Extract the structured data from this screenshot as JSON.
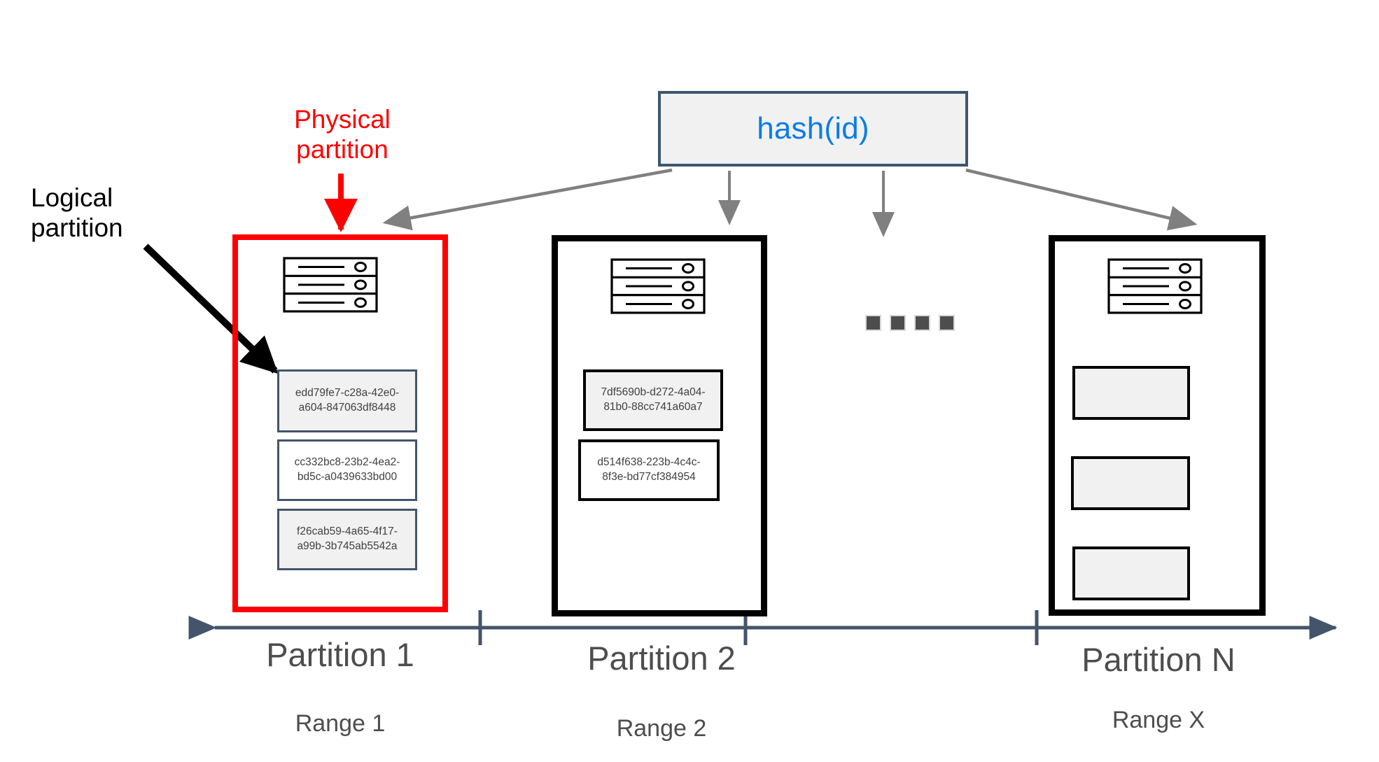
{
  "diagram": {
    "title_box": {
      "label": "hash(id)",
      "color": "#0c7ce6",
      "border_color": "#3d566e",
      "fill_color": "#f1f1f1"
    },
    "annotations": [
      {
        "name": "physical-partition",
        "text": "Physical\npartition",
        "color": "#ff0000"
      },
      {
        "name": "logical-partition",
        "text": "Logical\npartition",
        "color": "#000000"
      }
    ],
    "ellipsis": {
      "dot_count": 4,
      "color": "#4d4d4d"
    },
    "axis": {
      "color": "#44546a",
      "tick_count": 2,
      "arrow_left": true,
      "arrow_right": true
    },
    "partitions": [
      {
        "id": "partition-1",
        "name": "Partition 1",
        "range": "Range 1",
        "border_color": "#ff0000",
        "icon": "server-rack-icon",
        "records": [
          {
            "text": "edd79fe7-c28a-42e0-\na604-847063df8448",
            "fill": "gray",
            "border": "slate"
          },
          {
            "text": "cc332bc8-23b2-4ea2-\nbd5c-a0439633bd00",
            "fill": "white",
            "border": "slate"
          },
          {
            "text": "f26cab59-4a65-4f17-\na99b-3b745ab5542a",
            "fill": "gray",
            "border": "slate"
          }
        ]
      },
      {
        "id": "partition-2",
        "name": "Partition 2",
        "range": "Range 2",
        "border_color": "#000000",
        "icon": "server-rack-icon",
        "records": [
          {
            "text": "7df5690b-d272-4a04-\n81b0-88cc741a60a7",
            "fill": "gray",
            "border": "black"
          },
          {
            "text": "d514f638-223b-4c4c-\n8f3e-bd77cf384954",
            "fill": "white",
            "border": "black"
          }
        ]
      },
      {
        "id": "partition-n",
        "name": "Partition N",
        "range": "Range X",
        "border_color": "#000000",
        "icon": "server-rack-icon",
        "records": [
          {
            "text": "",
            "fill": "gray",
            "border": "black"
          },
          {
            "text": "",
            "fill": "gray",
            "border": "black"
          },
          {
            "text": "",
            "fill": "gray",
            "border": "black"
          }
        ]
      }
    ]
  }
}
